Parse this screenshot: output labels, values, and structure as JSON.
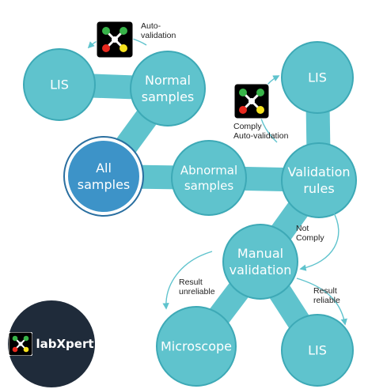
{
  "colors": {
    "node_fill": "#5fc3cd",
    "node_border": "#3da9b6",
    "central_fill": "#3d93c8",
    "central_border": "#2a6fa0",
    "arrow": "#5fc3cd",
    "badge_bg": "#1f2b3a",
    "logo_dots": [
      "#38b449",
      "#e8281e",
      "#f6e21e",
      "#ffffff"
    ]
  },
  "nodes": {
    "lis_left": [
      "LIS"
    ],
    "normal_samples": [
      "Normal",
      "samples"
    ],
    "all_samples": [
      "All",
      "samples"
    ],
    "abnormal_samples": [
      "Abnormal",
      "samples"
    ],
    "lis_top_right": [
      "LIS"
    ],
    "validation_rules": [
      "Validation",
      "rules"
    ],
    "manual_validation": [
      "Manual",
      "validation"
    ],
    "microscope": [
      "Microscope"
    ],
    "lis_bottom_right": [
      "LIS"
    ]
  },
  "edge_labels": {
    "auto_validation": [
      "Auto-",
      "validation"
    ],
    "comply_auto_validation": [
      "Comply",
      "Auto-validation"
    ],
    "not_comply": [
      "Not",
      "Comply"
    ],
    "result_unreliable": [
      "Result",
      "unreliable"
    ],
    "result_reliable": [
      "Result",
      "reliable"
    ]
  },
  "icons": {
    "top_logo": "labxpert-logo-icon",
    "mid_logo": "labxpert-logo-icon",
    "badge_logo": "labxpert-logo-icon"
  },
  "brand": {
    "name": "labXpert"
  }
}
